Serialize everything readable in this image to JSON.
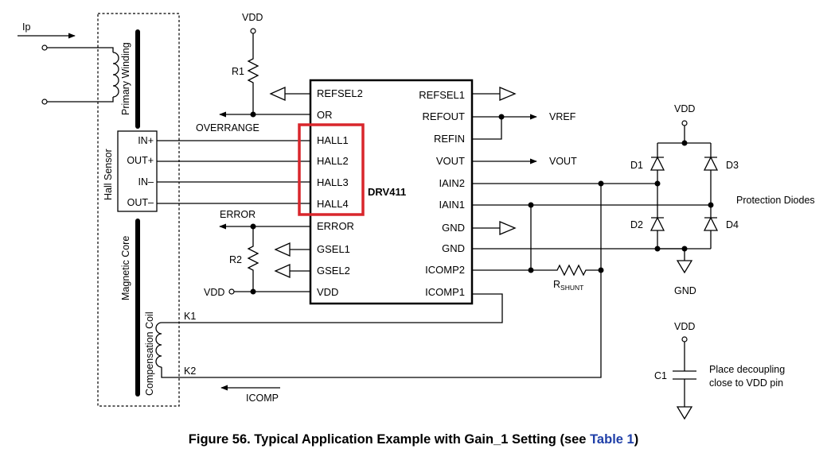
{
  "input": {
    "ip": "Ip"
  },
  "primary_winding": "Primary Winding",
  "hall_sensor": {
    "title": "Hall Sensor",
    "pins": [
      "IN+",
      "OUT+",
      "IN–",
      "OUT–"
    ]
  },
  "magnetic_core": "Magnetic Core",
  "compensation_coil": "Compensation Coil",
  "coil_terminals": {
    "k1": "K1",
    "k2": "K2"
  },
  "ic": {
    "name": "DRV411",
    "left_pins": [
      "REFSEL2",
      "OR",
      "HALL1",
      "HALL2",
      "HALL3",
      "HALL4",
      "ERROR",
      "GSEL1",
      "GSEL2",
      "VDD"
    ],
    "right_pins": [
      "REFSEL1",
      "REFOUT",
      "REFIN",
      "VOUT",
      "IAIN2",
      "IAIN1",
      "GND",
      "GND",
      "ICOMP2",
      "ICOMP1"
    ]
  },
  "nets": {
    "vdd": "VDD",
    "overrange": "OVERRANGE",
    "error": "ERROR",
    "vref": "VREF",
    "vout": "VOUT",
    "icomp": "ICOMP",
    "gnd": "GND"
  },
  "components": {
    "r1": "R1",
    "r2": "R2",
    "rshunt_main": "R",
    "rshunt_sub": "SHUNT",
    "c1": "C1",
    "d1": "D1",
    "d2": "D2",
    "d3": "D3",
    "d4": "D4"
  },
  "notes": {
    "protection": "Protection Diodes",
    "decoupling_1": "Place decoupling",
    "decoupling_2": "close to VDD pin"
  },
  "highlight_color": "#d9262c",
  "caption": {
    "text": "Figure 56.  Typical Application Example with Gain_1 Setting (see ",
    "link": "Table 1",
    "close": ")"
  }
}
